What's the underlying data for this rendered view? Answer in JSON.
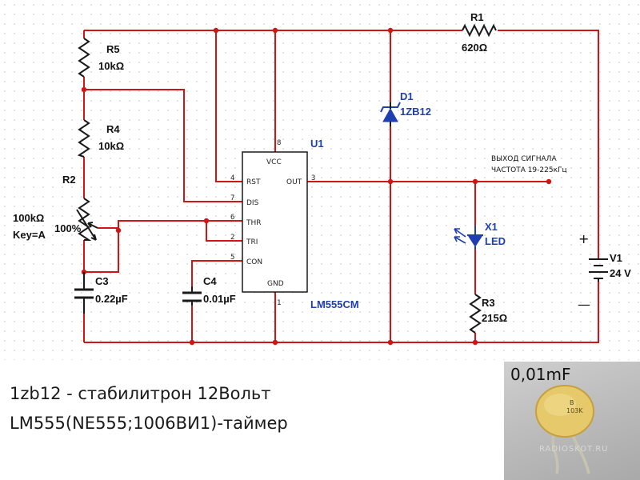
{
  "schematic": {
    "components": {
      "r1": {
        "ref": "R1",
        "value": "620Ω"
      },
      "r5": {
        "ref": "R5",
        "value": "10kΩ"
      },
      "r4": {
        "ref": "R4",
        "value": "10kΩ"
      },
      "r2": {
        "ref": "R2",
        "value": "100kΩ",
        "key": "Key=A",
        "percent": "100%"
      },
      "c3": {
        "ref": "C3",
        "value": "0.22µF"
      },
      "c4": {
        "ref": "C4",
        "value": "0.01µF"
      },
      "d1": {
        "ref": "D1",
        "value": "1ZB12"
      },
      "x1": {
        "ref": "X1",
        "value": "LED"
      },
      "r3": {
        "ref": "R3",
        "value": "215Ω"
      },
      "v1": {
        "ref": "V1",
        "value": "24 V",
        "plus": "+",
        "minus": "—"
      },
      "u1": {
        "ref": "U1",
        "part": "LM555CM",
        "pins": {
          "vcc": {
            "name": "VCC",
            "num": "8"
          },
          "rst": {
            "name": "RST",
            "num": "4"
          },
          "dis": {
            "name": "DIS",
            "num": "7"
          },
          "thr": {
            "name": "THR",
            "num": "6"
          },
          "tri": {
            "name": "TRI",
            "num": "2"
          },
          "con": {
            "name": "CON",
            "num": "5"
          },
          "out": {
            "name": "OUT",
            "num": "3"
          },
          "gnd": {
            "name": "GND",
            "num": "1"
          }
        }
      }
    },
    "output_note": {
      "line1": "ВЫХОД СИГНАЛА",
      "line2": "ЧАСТОТА 19-225кГц"
    }
  },
  "captions": {
    "line1": "1zb12 - стабилитрон 12Вольт",
    "line2": "LM555(NE555;1006ВИ1)-таймер"
  },
  "photo": {
    "label": "0,01mF",
    "marking1": "B",
    "marking2": "103K",
    "watermark": "RADIOSKOT.RU"
  }
}
